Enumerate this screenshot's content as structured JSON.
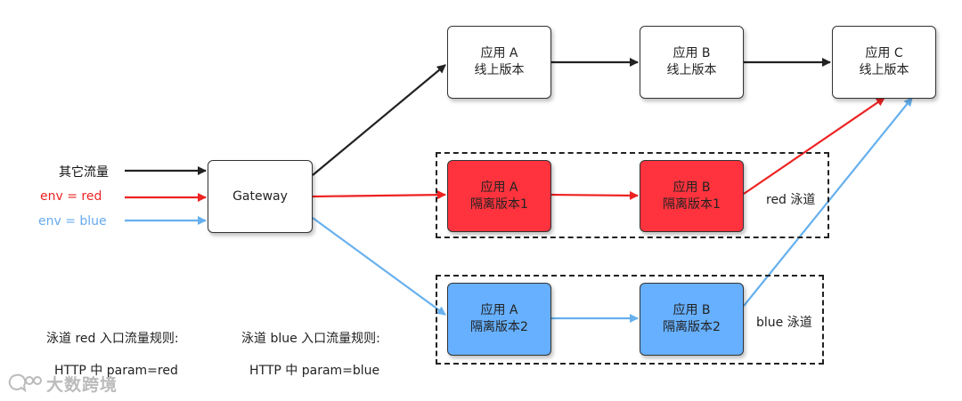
{
  "nodes": {
    "app_a_online": {
      "line1": "应用 A",
      "line2": "线上版本"
    },
    "app_b_online": {
      "line1": "应用 B",
      "line2": "线上版本"
    },
    "app_c_online": {
      "line1": "应用 C",
      "line2": "线上版本"
    },
    "gateway": {
      "label": "Gateway"
    },
    "app_a_red": {
      "line1": "应用 A",
      "line2": "隔离版本1"
    },
    "app_b_red": {
      "line1": "应用 B",
      "line2": "隔离版本1"
    },
    "app_a_blue": {
      "line1": "应用 A",
      "line2": "隔离版本2"
    },
    "app_b_blue": {
      "line1": "应用 B",
      "line2": "隔离版本2"
    }
  },
  "inputs": {
    "other": "其它流量",
    "red": "env = red",
    "blue": "env = blue"
  },
  "lanes": {
    "red": "red 泳道",
    "blue": "blue 泳道"
  },
  "rules": {
    "red_title": "泳道 red 入口流量规则:",
    "red_detail": "HTTP 中 param=red",
    "blue_title": "泳道 blue 入口流量规则:",
    "blue_detail": "HTTP 中 param=blue"
  },
  "watermark": {
    "text": "大数跨境",
    "icon": "chat-bubbles-icon"
  },
  "colors": {
    "black_edge": "#222222",
    "red_edge": "#ee2222",
    "blue_edge": "#66b0ee",
    "red_fill": "#ff333d",
    "blue_fill": "#66b0ff"
  }
}
